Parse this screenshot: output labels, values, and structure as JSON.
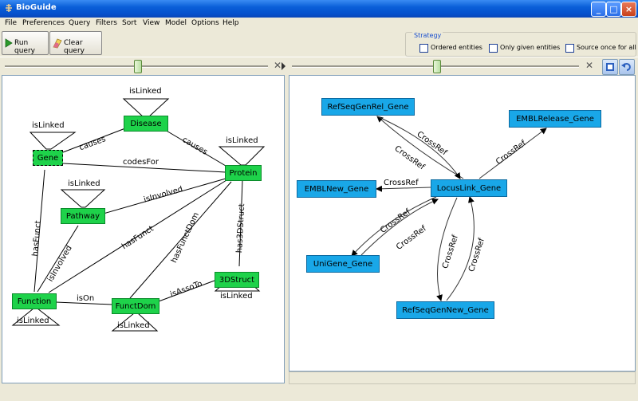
{
  "window": {
    "title": "BioGuide",
    "controls": [
      "minimize",
      "maximize",
      "close"
    ]
  },
  "menu": [
    "File",
    "Preferences",
    "Query",
    "Filters",
    "Sort",
    "View",
    "Model",
    "Options",
    "Help"
  ],
  "toolbar": {
    "run_label": "Run query",
    "clear_label": "Clear query"
  },
  "strategy": {
    "legend": "Strategy",
    "options": [
      {
        "label": "Ordered entities",
        "checked": false
      },
      {
        "label": "Only given entities",
        "checked": false
      },
      {
        "label": "Source once for all",
        "checked": false
      }
    ]
  },
  "left_graph": {
    "nodes": {
      "disease": "Disease",
      "gene": "Gene",
      "protein": "Protein",
      "pathway": "Pathway",
      "function": "Function",
      "functdom": "FunctDom",
      "struct3d": "3DStruct"
    },
    "self_links": {
      "disease": "isLinked",
      "gene": "isLinked",
      "protein": "isLinked",
      "pathway": "isLinked",
      "function": "isLinked",
      "functdom": "isLinked",
      "struct3d": "isLinked"
    },
    "edges": {
      "gene_disease": "causes",
      "disease_protein": "causes",
      "gene_protein": "codesFor",
      "pathway_protein": "isInvolved",
      "gene_function": "hasFunct",
      "function_pathway": "isInvolved",
      "function_protein": "hasFunct",
      "functdom_protein": "hasFunctDom",
      "protein_3dstruct": "has3DStruct",
      "function_functdom": "isOn",
      "functdom_3dstruct": "isAssoTo"
    }
  },
  "right_graph": {
    "nodes": {
      "refseqgenrel": "RefSeqGenRel_Gene",
      "emblrelease": "EMBLRelease_Gene",
      "emblnew": "EMBLNew_Gene",
      "locuslink": "LocusLink_Gene",
      "unigene": "UniGene_Gene",
      "refseqgennew": "RefSeqGenNew_Gene"
    },
    "edge_label": "CrossRef"
  }
}
